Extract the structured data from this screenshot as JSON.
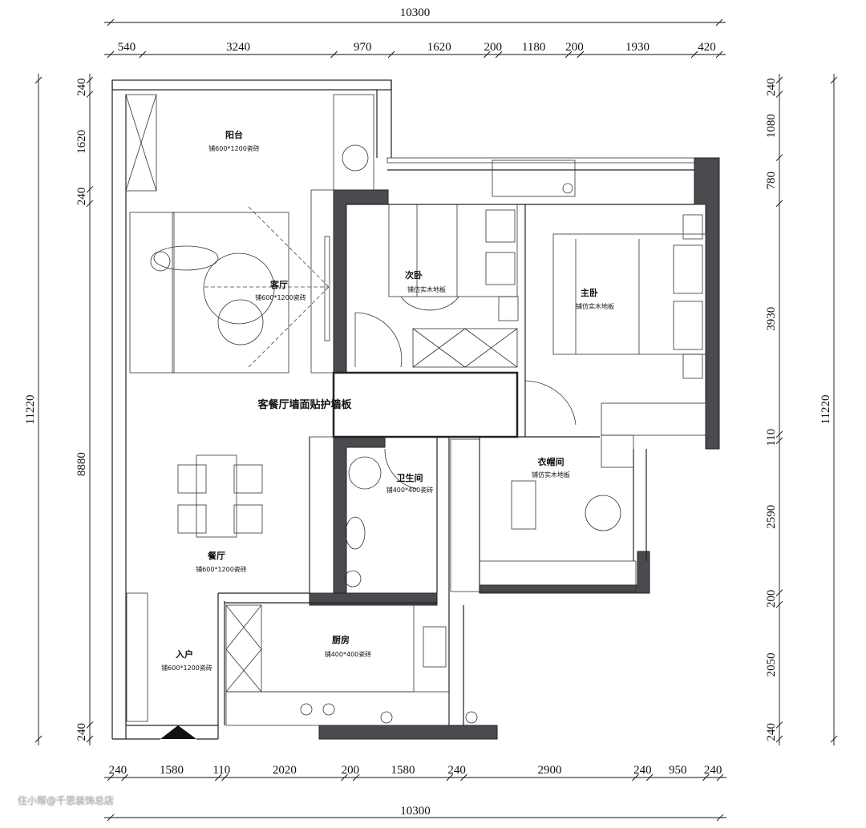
{
  "dimensions": {
    "top_total": "10300",
    "top": [
      "540",
      "3240",
      "970",
      "1620",
      "200",
      "1180",
      "200",
      "1930",
      "420"
    ],
    "bottom_total": "10300",
    "bottom": [
      "240",
      "1580",
      "110",
      "2020",
      "200",
      "1580",
      "240",
      "2900",
      "240",
      "950",
      "240"
    ],
    "left_total": "11220",
    "left": [
      "240",
      "1620",
      "240",
      "8880",
      "240"
    ],
    "right_total": "11220",
    "right": [
      "240",
      "1080",
      "780",
      "3930",
      "110",
      "2590",
      "200",
      "2050",
      "240"
    ]
  },
  "rooms": {
    "balcony": {
      "name": "阳台",
      "floor": "铺600*1200瓷砖"
    },
    "living": {
      "name": "客厅",
      "floor": "铺600*1200瓷砖"
    },
    "second_bedroom": {
      "name": "次卧",
      "floor": "铺仿实木地板"
    },
    "master_bedroom": {
      "name": "主卧",
      "floor": "铺仿实木地板"
    },
    "corridor_note": "客餐厅墙面贴护墙板",
    "bathroom": {
      "name": "卫生间",
      "floor": "铺400*400瓷砖"
    },
    "closet": {
      "name": "衣帽间",
      "floor": "铺仿实木地板"
    },
    "dining": {
      "name": "餐厅",
      "floor": "铺600*1200瓷砖"
    },
    "kitchen": {
      "name": "厨房",
      "floor": "铺400*400瓷砖"
    },
    "entrance": {
      "name": "入户",
      "floor": "铺600*1200瓷砖"
    }
  },
  "watermark": "住小帮@千思装饰总店"
}
